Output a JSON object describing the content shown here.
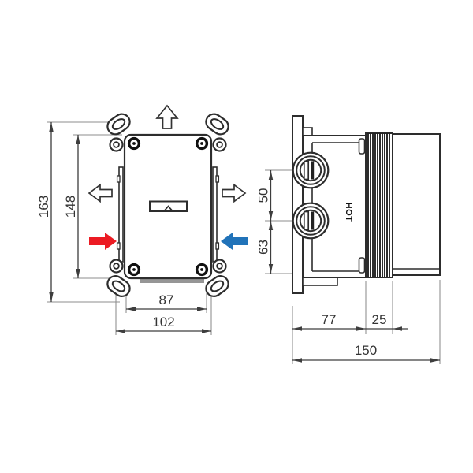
{
  "front_view": {
    "dim_total_height": "163",
    "dim_body_height": "148",
    "dim_inner_width": "87",
    "dim_outer_width": "102"
  },
  "side_view": {
    "port_label": "HOT",
    "dim_port_spacing": "50",
    "dim_port_to_base": "63",
    "dim_body_depth": "77",
    "dim_rib_depth": "25",
    "dim_total_depth": "150"
  },
  "colors": {
    "hot_arrow": "#ec1b23",
    "cold_arrow": "#2173b9",
    "gasket": "#969696",
    "line": "#2d2d2d"
  }
}
